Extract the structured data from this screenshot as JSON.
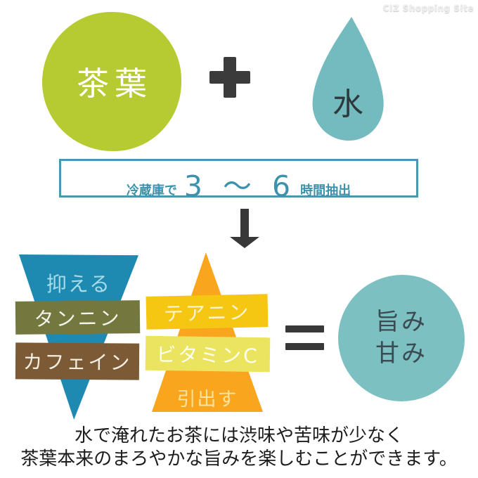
{
  "watermark": {
    "text": "CIZ Shopping Site"
  },
  "ingredients": {
    "tea_label": "茶葉",
    "water_label": "水"
  },
  "operators": {
    "plus": "+",
    "equals": "="
  },
  "process": {
    "prefix": "冷蔵庫で",
    "range": "3 〜 6",
    "suffix": "時間抽出"
  },
  "suppress": {
    "title": "抑える",
    "items": [
      {
        "label": "タンニン"
      },
      {
        "label": "カフェイン"
      }
    ]
  },
  "extract": {
    "title": "引出す",
    "items": [
      {
        "label": "テアニン"
      },
      {
        "label": "ビタミンC"
      }
    ]
  },
  "result": {
    "line1": "旨み",
    "line2": "甘み"
  },
  "caption": {
    "line1": "水で淹れたお茶には渋味や苦味が少なく",
    "line2": "茶葉本来のまろやかな旨みを楽しむことができます。"
  },
  "colors": {
    "tea_green": "#b6ca31",
    "water_teal": "#73bbbe",
    "process_teal": "#3c92ad",
    "suppress_blue": "#1f8ab1",
    "suppress_title_blue": "#a7dbea",
    "tannin_olive": "#74783e",
    "caffeine_brown": "#7c5a35",
    "extract_orange": "#f9a51e",
    "theanine_gold": "#f5c713",
    "vitamin_yellow": "#ebe45e",
    "result_teal": "#7cc0c2",
    "operator_dark": "#3b3b3b"
  }
}
